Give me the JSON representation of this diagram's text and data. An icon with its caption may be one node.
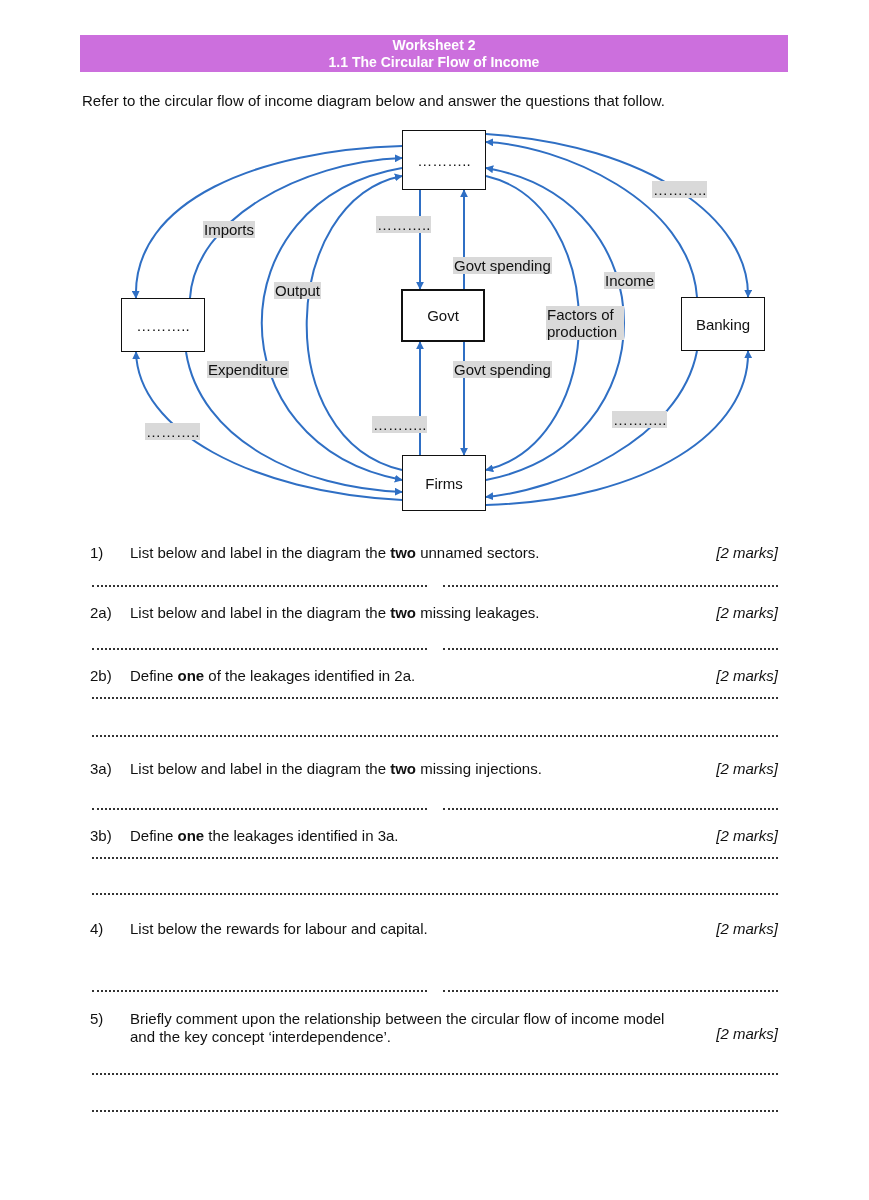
{
  "diagram": {
    "nodes": [
      {
        "text": [
          "Worksheet 2",
          "1.1 The Circular Flow of Income"
        ]
      },
      {
        "text": [
          "……….."
        ]
      },
      {
        "text": [
          "……….."
        ]
      },
      {
        "text": [
          "Govt"
        ]
      },
      {
        "text": [
          "Banking"
        ]
      },
      {
        "text": [
          "Firms"
        ]
      }
    ],
    "edges": [
      {
        "from": 1,
        "to": 2,
        "arrow": "to"
      },
      {
        "from": 2,
        "to": 1,
        "arrow": "to",
        "label": "Imports"
      },
      {
        "from": 5,
        "to": 2,
        "arrow": "to",
        "label": "……….."
      },
      {
        "from": 2,
        "to": 5,
        "arrow": "to"
      },
      {
        "from": 1,
        "to": 5,
        "arrow": "to",
        "label": "Expenditure"
      },
      {
        "from": 5,
        "to": 1,
        "arrow": "to",
        "label": "Output"
      },
      {
        "from": 1,
        "to": 3,
        "arrow": "to",
        "label": "……….."
      },
      {
        "from": 3,
        "to": 1,
        "arrow": "to",
        "label": "Govt spending"
      },
      {
        "from": 5,
        "to": 3,
        "arrow": "to",
        "label": "……….."
      },
      {
        "from": 3,
        "to": 5,
        "arrow": "to",
        "label": "Govt spending"
      },
      {
        "from": 1,
        "to": 5,
        "arrow": "to",
        "label": "Factors of production"
      },
      {
        "from": 5,
        "to": 1,
        "arrow": "to",
        "label": "Income"
      },
      {
        "from": 4,
        "to": 1,
        "arrow": "to"
      },
      {
        "from": 1,
        "to": 4,
        "arrow": "to",
        "label": "……….."
      },
      {
        "from": 4,
        "to": 5,
        "arrow": "to",
        "label": "……….."
      },
      {
        "from": 5,
        "to": 4,
        "arrow": "to"
      }
    ],
    "labels": [
      "Refer to the circular flow of income diagram below and answer the questions that follow.",
      "1)",
      "List below and label in the diagram the **two** unnamed sectors.",
      "[2 marks]",
      "2a)",
      "List below and label in the diagram the **two** missing leakages.",
      "[2 marks]",
      "2b)",
      "Define **one** of the leakages identified in 2a.",
      "[2 marks]",
      "3a)",
      "List below and label in the diagram the **two** missing injections.",
      "[2 marks]",
      "3b)",
      "Define **one** the leakages identified in 3a.",
      "[2 marks]",
      "4)",
      "List below the rewards for labour and capital.",
      "[2 marks]",
      "5)",
      "Briefly comment upon the relationship between the circular flow of income model and the key concept ‘interdependence’.",
      "[2 marks]"
    ]
  }
}
